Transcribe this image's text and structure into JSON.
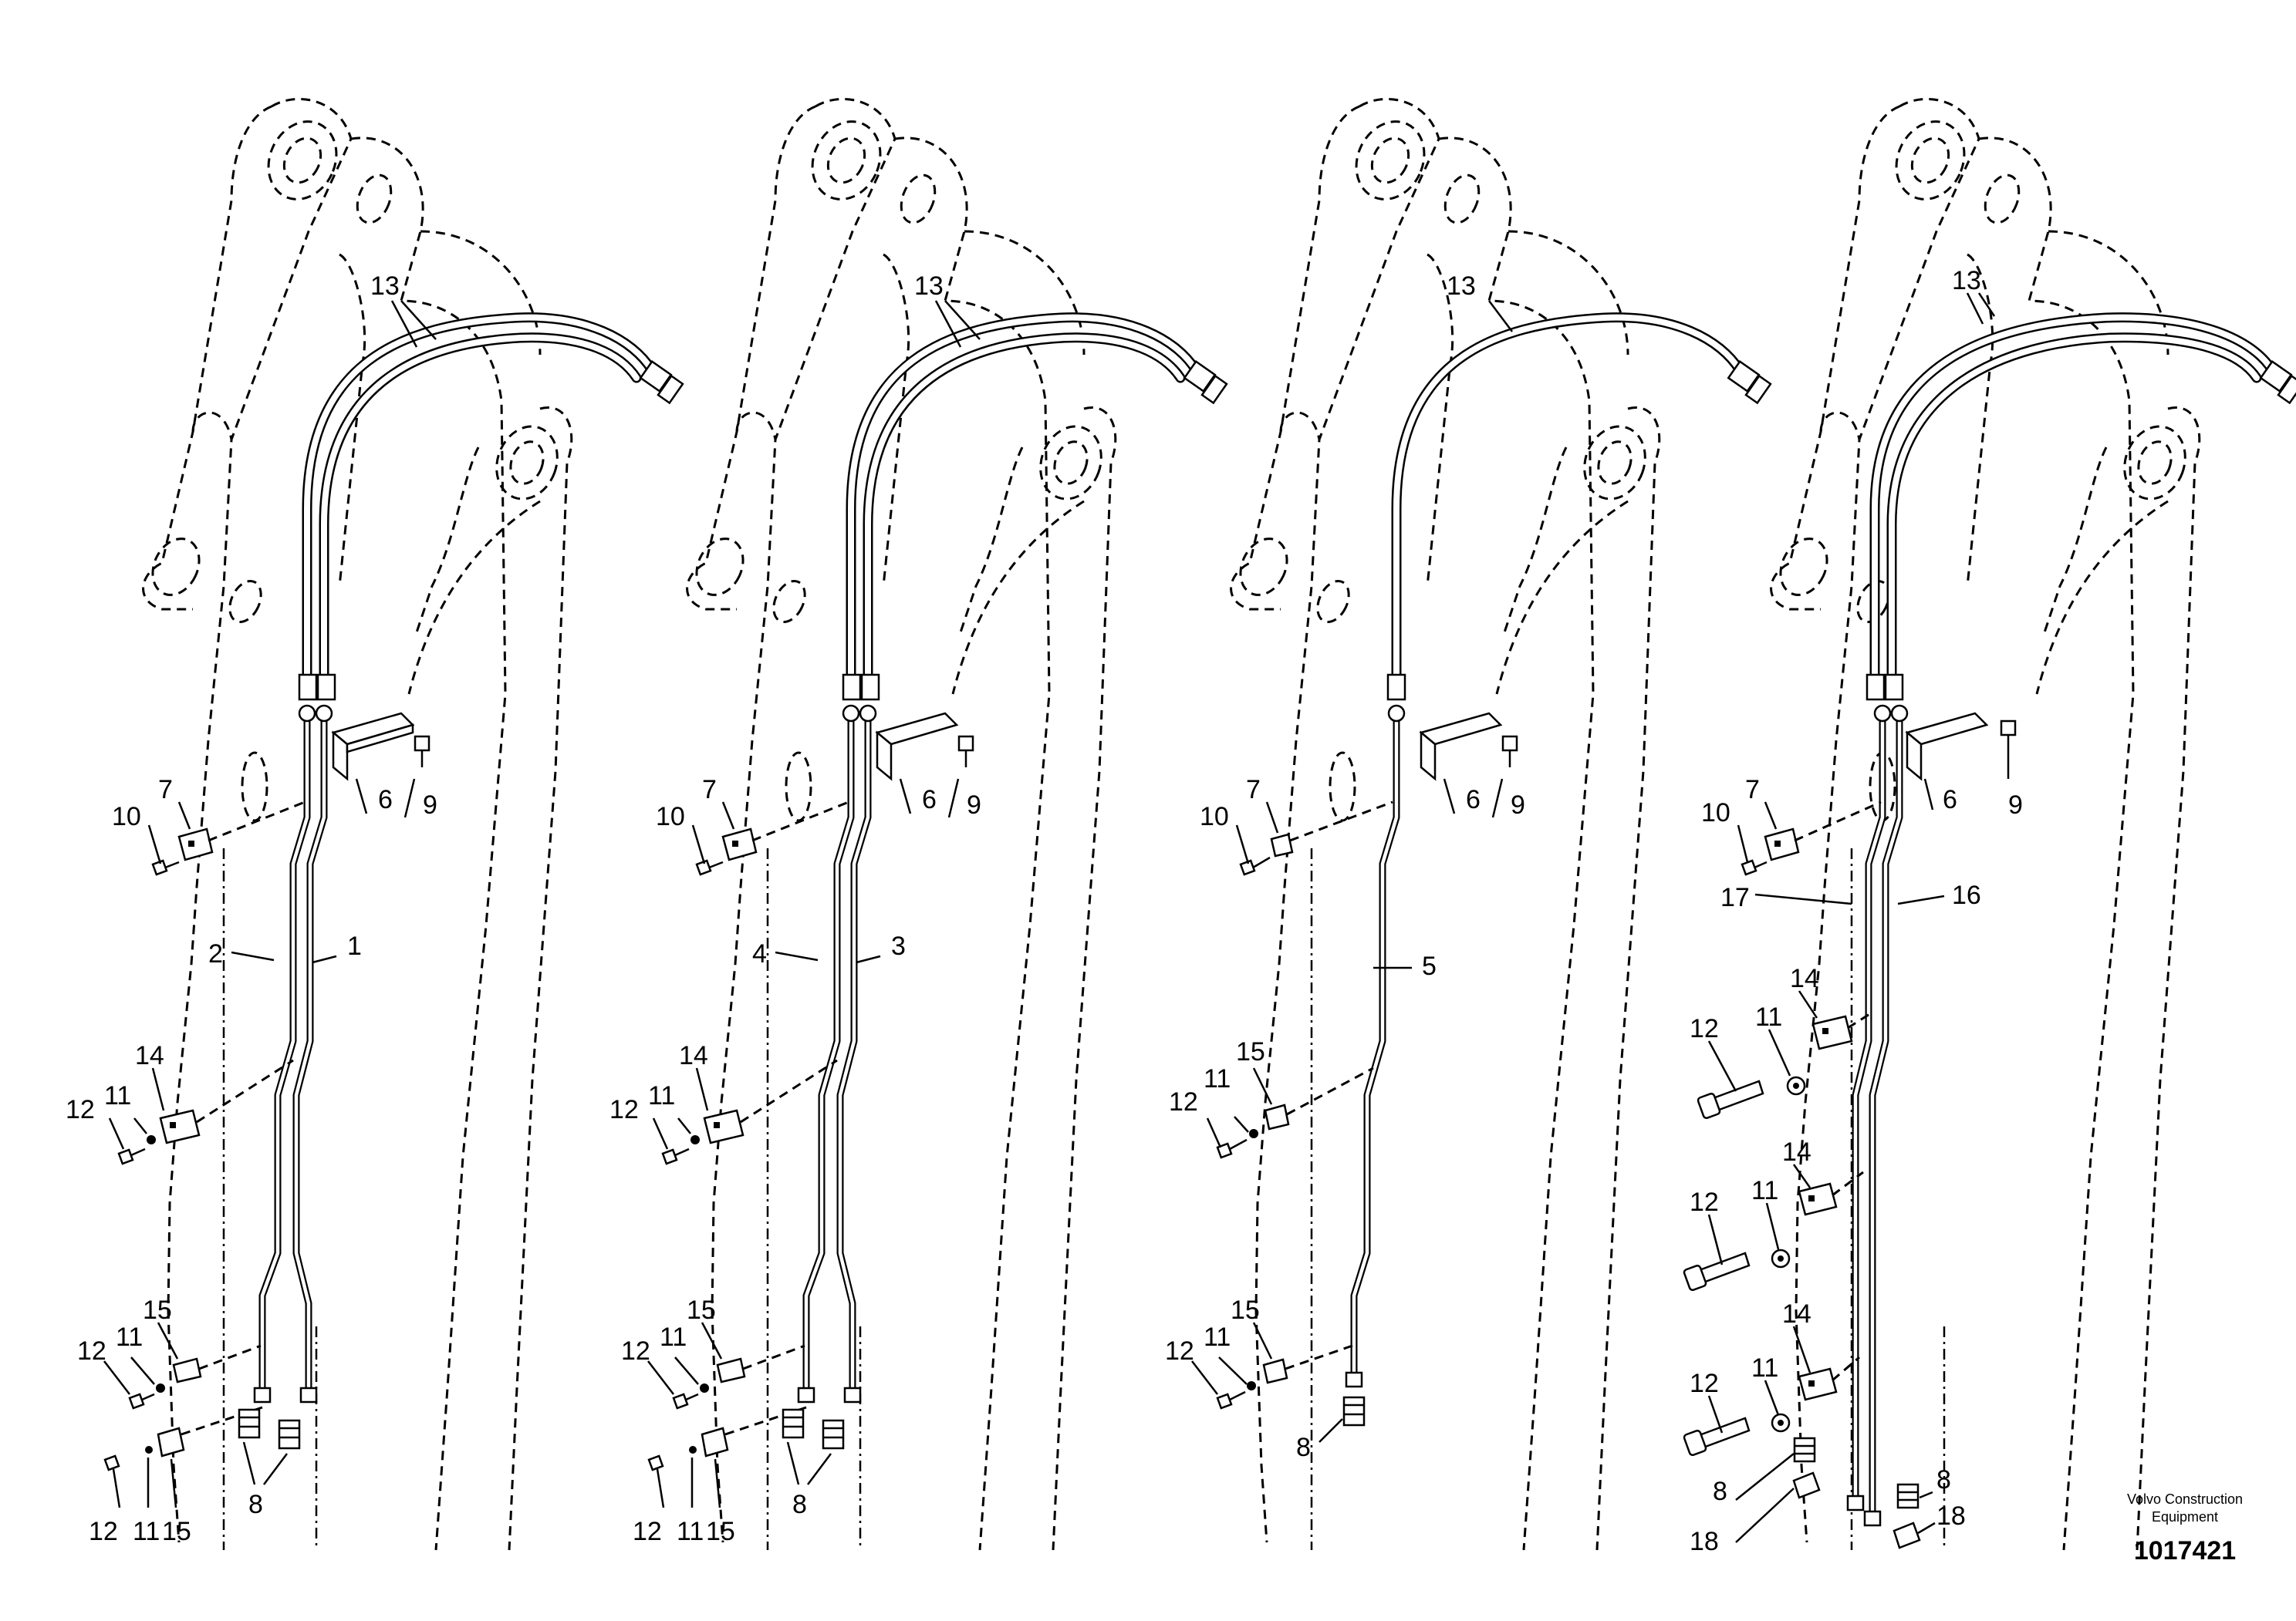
{
  "brand": {
    "line1": "Volvo Construction",
    "line2": "Equipment"
  },
  "document_number": "1017421",
  "views": [
    {
      "callouts": [
        "13",
        "7",
        "10",
        "6",
        "9",
        "2",
        "1",
        "14",
        "12",
        "11",
        "15",
        "12",
        "11",
        "12",
        "11",
        "15",
        "8"
      ]
    },
    {
      "callouts": [
        "13",
        "7",
        "10",
        "6",
        "9",
        "4",
        "3",
        "14",
        "12",
        "11",
        "15",
        "12",
        "11",
        "12",
        "11",
        "15",
        "8"
      ]
    },
    {
      "callouts": [
        "13",
        "7",
        "10",
        "6",
        "9",
        "5",
        "15",
        "12",
        "11",
        "15",
        "12",
        "11",
        "8"
      ]
    },
    {
      "callouts": [
        "13",
        "7",
        "10",
        "6",
        "9",
        "17",
        "16",
        "14",
        "11",
        "12",
        "14",
        "11",
        "12",
        "14",
        "11",
        "12",
        "8",
        "18",
        "8",
        "18"
      ]
    }
  ]
}
